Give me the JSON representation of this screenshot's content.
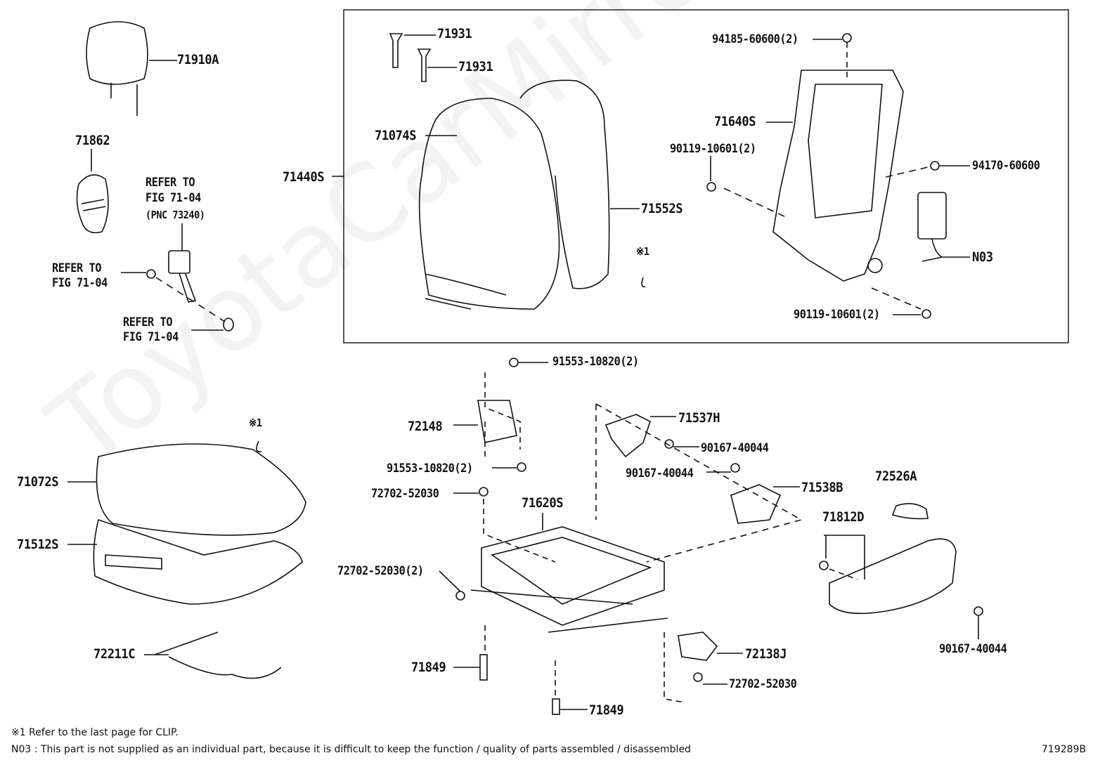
{
  "watermark": "ToyotaCarMirror.ru",
  "labels": {
    "l71910A": "71910A",
    "l71862": "71862",
    "refer1a": "REFER TO",
    "refer1b": "FIG 71-04",
    "refer1c": "(PNC 73240)",
    "refer2a": "REFER TO",
    "refer2b": "FIG 71-04",
    "refer3a": "REFER TO",
    "refer3b": "FIG 71-04",
    "l71931a": "71931",
    "l71931b": "71931",
    "l71074S": "71074S",
    "l71440S": "71440S",
    "l71552S": "71552S",
    "clip1": "※1",
    "l94185": "94185-60600(2)",
    "l71640S": "71640S",
    "l90119a": "90119-10601(2)",
    "l94170": "94170-60600",
    "lN03": "N03",
    "l90119b": "90119-10601(2)",
    "l91553a": "91553-10820(2)",
    "l72148": "72148",
    "l71537H": "71537H",
    "l90167a": "90167-40044",
    "l91553b": "91553-10820(2)",
    "l90167b": "90167-40044",
    "l72526A": "72526A",
    "l71538B": "71538B",
    "l72702a": "72702-52030",
    "l71620S": "71620S",
    "l71812D": "71812D",
    "l71072S": "71072S",
    "l71512S": "71512S",
    "clip2": "※1",
    "l72702b": "72702-52030(2)",
    "l72211C": "72211C",
    "l72138J": "72138J",
    "l71849a": "71849",
    "l72702c": "72702-52030",
    "l90167c": "90167-40044",
    "l71849b": "71849"
  },
  "footer": {
    "note1": "※1 Refer to the last page for CLIP.",
    "note2": "N03 : This part is not supplied as an individual part, because it is difficult to keep the function / quality of parts assembled / disassembled",
    "figure_id": "719289B"
  }
}
